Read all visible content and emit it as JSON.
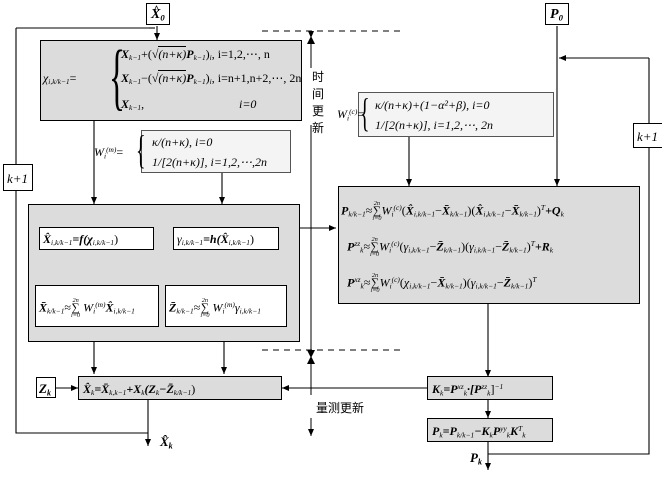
{
  "inputs": {
    "x0": "X",
    "x0_sub": "0",
    "p0": "P",
    "p0_sub": "0",
    "zk": "Z",
    "zk_sub": "k"
  },
  "sigma": {
    "lhs": "χ",
    "lhs_sub": "i,k/k−1",
    "row1_a": "X",
    "row1_a_sub": "k−1",
    "row1_b": "+(",
    "row1_c": "(n+κ)",
    "row1_d": "P",
    "row1_d_sub": "k−1",
    "row1_e": ")",
    "row1_e_sub": "i",
    "row1_idx": ", i=1,2,⋯, n",
    "row2_b": "−(",
    "row2_idx": ", i=n+1,n+2,⋯, 2n",
    "row3_tail": ",",
    "row3_idx": "i=0"
  },
  "time_update_label": [
    "时",
    "间",
    "更",
    "新"
  ],
  "measure_update_label": "量测更新",
  "wm": {
    "lhs": "W",
    "lhs_sub": "i",
    "lhs_sup": "(m)",
    "row1": "κ/(n+κ), i=0",
    "row2": "1/[2(n+κ)], i=1,2,⋯,2n"
  },
  "wc": {
    "lhs": "W",
    "lhs_sub": "i",
    "lhs_sup": "(c)",
    "row1": "κ/(n+κ)+(1−α²+β), i=0",
    "row2": "1/[2(n+κ)], i=1,2,⋯, 2n"
  },
  "predict": {
    "state_prop": "X̂",
    "state_prop_sub": "i,k/k−1",
    "state_prop_rhs": "=f(χ",
    "state_prop_rhs_sub": "i,k/k−1",
    "meas_prop": "γ",
    "meas_prop_sub": "i,k/k−1",
    "meas_prop_rhs": "=h(X̂",
    "meas_prop_rhs_sub": "i,k/k−1",
    "xbar": "X̄",
    "xbar_sub": "k/k−1",
    "zbar": "Z̄",
    "zbar_sub": "k/k−1",
    "sum_top": "2n",
    "sum_bot": "i=0"
  },
  "cov": {
    "p_lhs": "P",
    "p_lhs_sub": "k/k−1",
    "pzz_lhs": "P",
    "pzz_sup": "zz",
    "pxz_lhs": "P",
    "pxz_sup": "xz",
    "k_sub": "k",
    "q": "+Q",
    "q_sub": "k",
    "r": "+R",
    "r_sub": "k",
    "transpose": "T"
  },
  "gain": {
    "lhs": "K",
    "lhs_sub": "k",
    "rhs": "=P",
    "rhs_sup": "xz",
    "rhs_sub": "k",
    "mid": "·[P",
    "mid_sup": "zz",
    "mid_sub": "k",
    "tail": "]",
    "tail_sup": "−1"
  },
  "update": {
    "lhs": "X̂",
    "lhs_sub": "k",
    "rhs": "=X̄",
    "rhs_sub": "k,k−1",
    "mid": "+X",
    "mid_sub": "k",
    "paren": "(Z",
    "paren_sub": "k",
    "minus": "−Z̄",
    "minus_sub": "k/k−1",
    "close": ")"
  },
  "pupdate": {
    "lhs": "P",
    "lhs_sub": "k",
    "rhs": "=P",
    "rhs_sub": "k/k−1",
    "mid": "−K",
    "mid_sub": "k",
    "p": "P",
    "p_sub": "k",
    "p_sup": "yy",
    "k": "K",
    "k_sub": "k",
    "k_sup": "T"
  },
  "loop": {
    "k_plus_1_left": "k+1",
    "k_plus_1_right": "k+1"
  },
  "outputs": {
    "xk": "X̂",
    "xk_sub": "k",
    "pk": "P",
    "pk_sub": "k"
  }
}
